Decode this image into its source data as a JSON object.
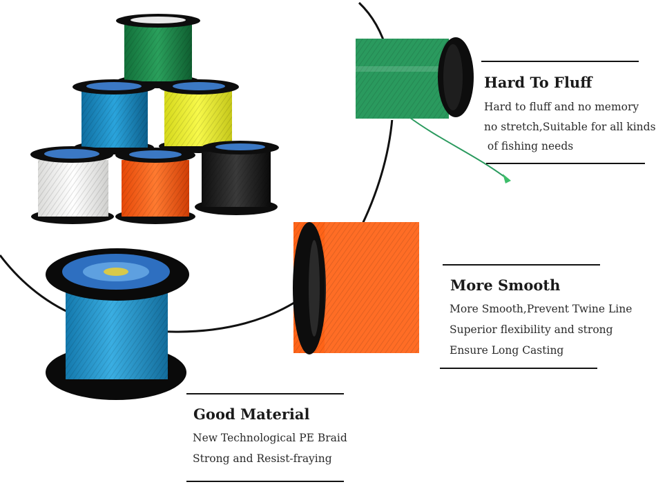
{
  "features": [
    {
      "heading": "Hard To Fluff",
      "lines": [
        "Hard to fluff and no memory",
        "no stretch,Suitable for all kinds",
        " of fishing needs"
      ]
    },
    {
      "heading": "More Smooth",
      "lines": [
        "More Smooth,Prevent Twine Line",
        "Superior flexibility and strong",
        "Ensure Long Casting"
      ]
    },
    {
      "heading": "Good Material",
      "lines": [
        "New Technological PE Braid",
        "Strong and Resist-fraying"
      ]
    }
  ],
  "colors": {
    "spool_green": "#1f8a4a",
    "spool_blue": "#1d8fc6",
    "spool_yellow": "#eef032",
    "spool_white": "#f4f4f2",
    "spool_orange": "#ff5a12",
    "spool_black": "#1c1c1c",
    "flange": "#0d0d0d",
    "line_green": "#2a9a5e",
    "line_orange": "#ff6418"
  }
}
